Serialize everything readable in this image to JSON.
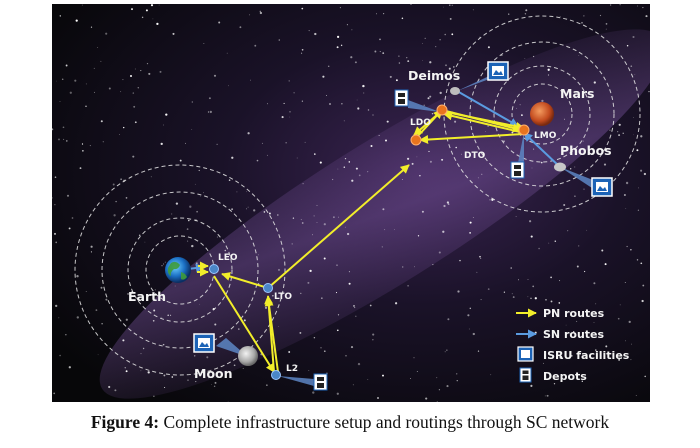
{
  "caption": {
    "label": "Figure 4:",
    "text": "Complete infrastructure setup and routings through SC network"
  },
  "bodies": {
    "earth": "Earth",
    "moon": "Moon",
    "mars": "Mars",
    "deimos": "Deimos",
    "phobos": "Phobos"
  },
  "nodes": {
    "leo": "LEO",
    "lto": "LTO",
    "l2": "L2",
    "ldo": "LDO",
    "lmo": "LMO",
    "dto": "DTO"
  },
  "legend": {
    "pn": "PN routes",
    "sn": "SN routes",
    "isru": "ISRU facilities",
    "depots": "Depots"
  },
  "colors": {
    "pn_route": "#f2ee2a",
    "sn_route": "#5a9be0",
    "earth_node": "#4a86c8",
    "mars_node": "#e8741e",
    "isru": "#1c63b6",
    "depot": "#ffffff"
  }
}
